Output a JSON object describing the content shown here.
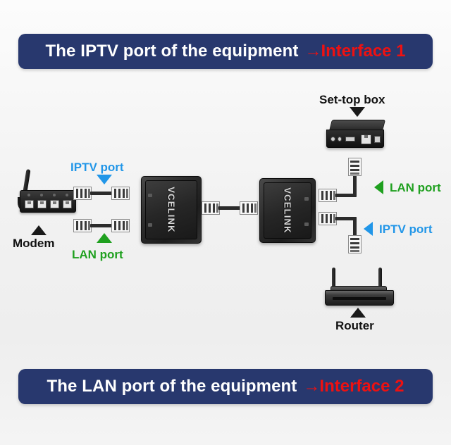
{
  "banners": {
    "top": {
      "main_text": "The IPTV port of the equipment ",
      "arrow": "→",
      "accent_text": "Interface 1",
      "bg_color": "#28386e",
      "text_color": "#ffffff",
      "accent_color": "#ee1111"
    },
    "bottom": {
      "main_text": "The LAN port of the equipment ",
      "arrow": "→",
      "accent_text": "Interface 2",
      "bg_color": "#28386e",
      "text_color": "#ffffff",
      "accent_color": "#ee1111"
    }
  },
  "diagram": {
    "background_color": "#f2f2f2",
    "devices": {
      "modem": {
        "label": "Modem",
        "port_count": 4,
        "antenna_count": 1
      },
      "set_top_box": {
        "label": "Set-top box"
      },
      "router": {
        "label": "Router",
        "antenna_count": 2
      },
      "extender_left": {
        "brand": "VCELINK"
      },
      "extender_right": {
        "brand": "VCELINK"
      }
    },
    "labels": {
      "left_iptv": {
        "text": "IPTV port",
        "color": "#2196e8",
        "arrow": "down"
      },
      "left_lan": {
        "text": "LAN port",
        "color": "#1fa01f",
        "arrow": "up"
      },
      "right_lan": {
        "text": "LAN port",
        "color": "#1fa01f",
        "arrow": "left"
      },
      "right_iptv": {
        "text": "IPTV port",
        "color": "#2196e8",
        "arrow": "left"
      }
    }
  }
}
